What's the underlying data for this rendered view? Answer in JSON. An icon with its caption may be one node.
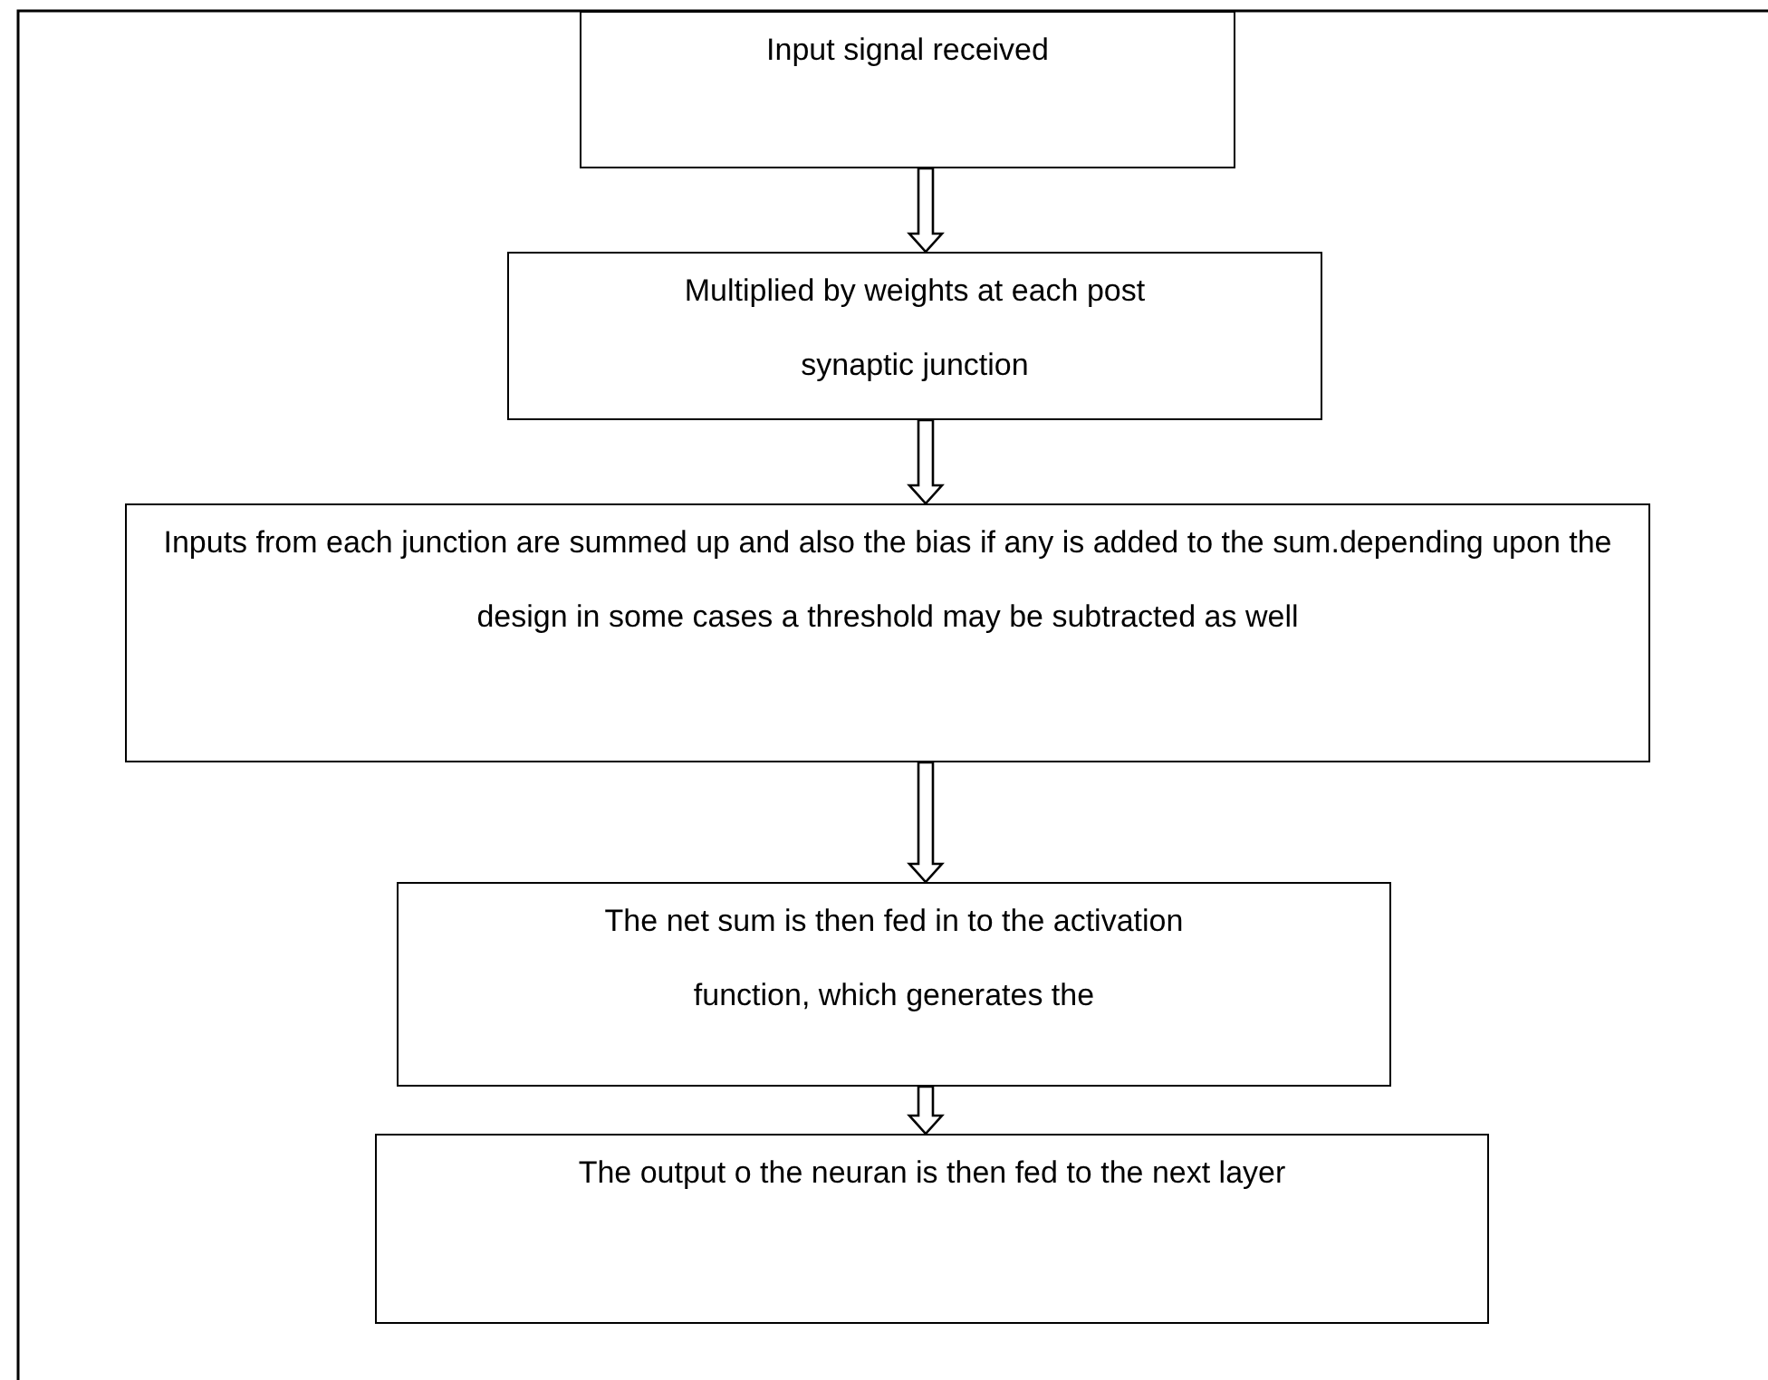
{
  "diagram": {
    "nodes": [
      {
        "text": [
          "Input signal received"
        ]
      },
      {
        "text": [
          "Multiplied by weights at each post synaptic junction"
        ]
      },
      {
        "text": [
          "Inputs from each junction are summed up and also the bias if any is added to the sum.depending upon the design in some cases a threshold may be subtracted as well"
        ]
      },
      {
        "text": [
          "The net sum is then fed in to the activation function, which generates the"
        ]
      },
      {
        "text": [
          "The output  o the neuran is then fed to the next layer"
        ]
      }
    ],
    "edges": [
      {
        "from": 0,
        "to": 1,
        "arrow": "to"
      },
      {
        "from": 1,
        "to": 2,
        "arrow": "to"
      },
      {
        "from": 2,
        "to": 3,
        "arrow": "to"
      },
      {
        "from": 3,
        "to": 4,
        "arrow": "to"
      }
    ]
  }
}
